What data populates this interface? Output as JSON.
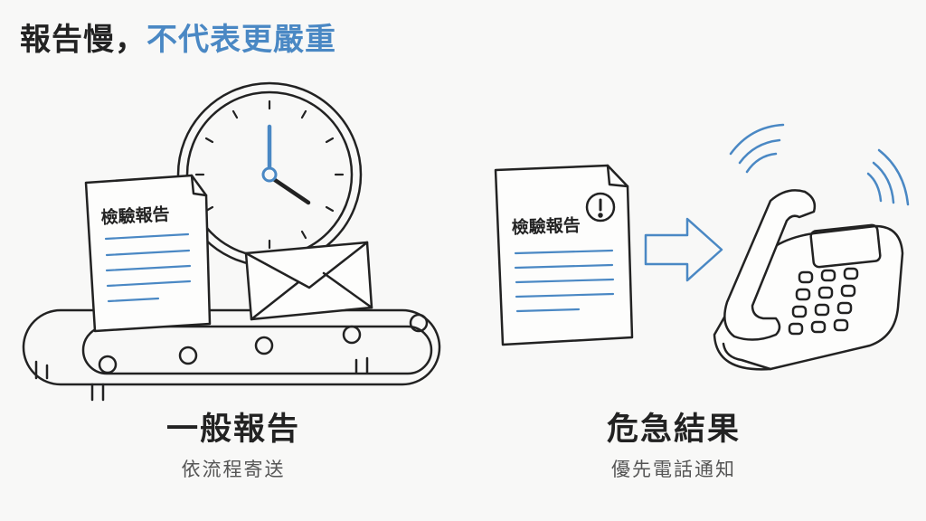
{
  "title": {
    "part1": "報告慢，",
    "part2": "不代表更嚴重"
  },
  "left": {
    "doc_label": "檢驗報告",
    "heading": "一般報告",
    "subheading": "依流程寄送"
  },
  "right": {
    "doc_label": "檢驗報告",
    "alert_mark": "!",
    "heading": "危急結果",
    "subheading": "優先電話通知"
  },
  "colors": {
    "accent": "#4a88c4",
    "ink": "#222222",
    "background": "#f8f8f7"
  },
  "icons": [
    "clock-icon",
    "document-icon",
    "envelope-icon",
    "conveyor-belt-icon",
    "arrow-right-icon",
    "alert-icon",
    "telephone-icon",
    "ringing-waves-icon"
  ]
}
